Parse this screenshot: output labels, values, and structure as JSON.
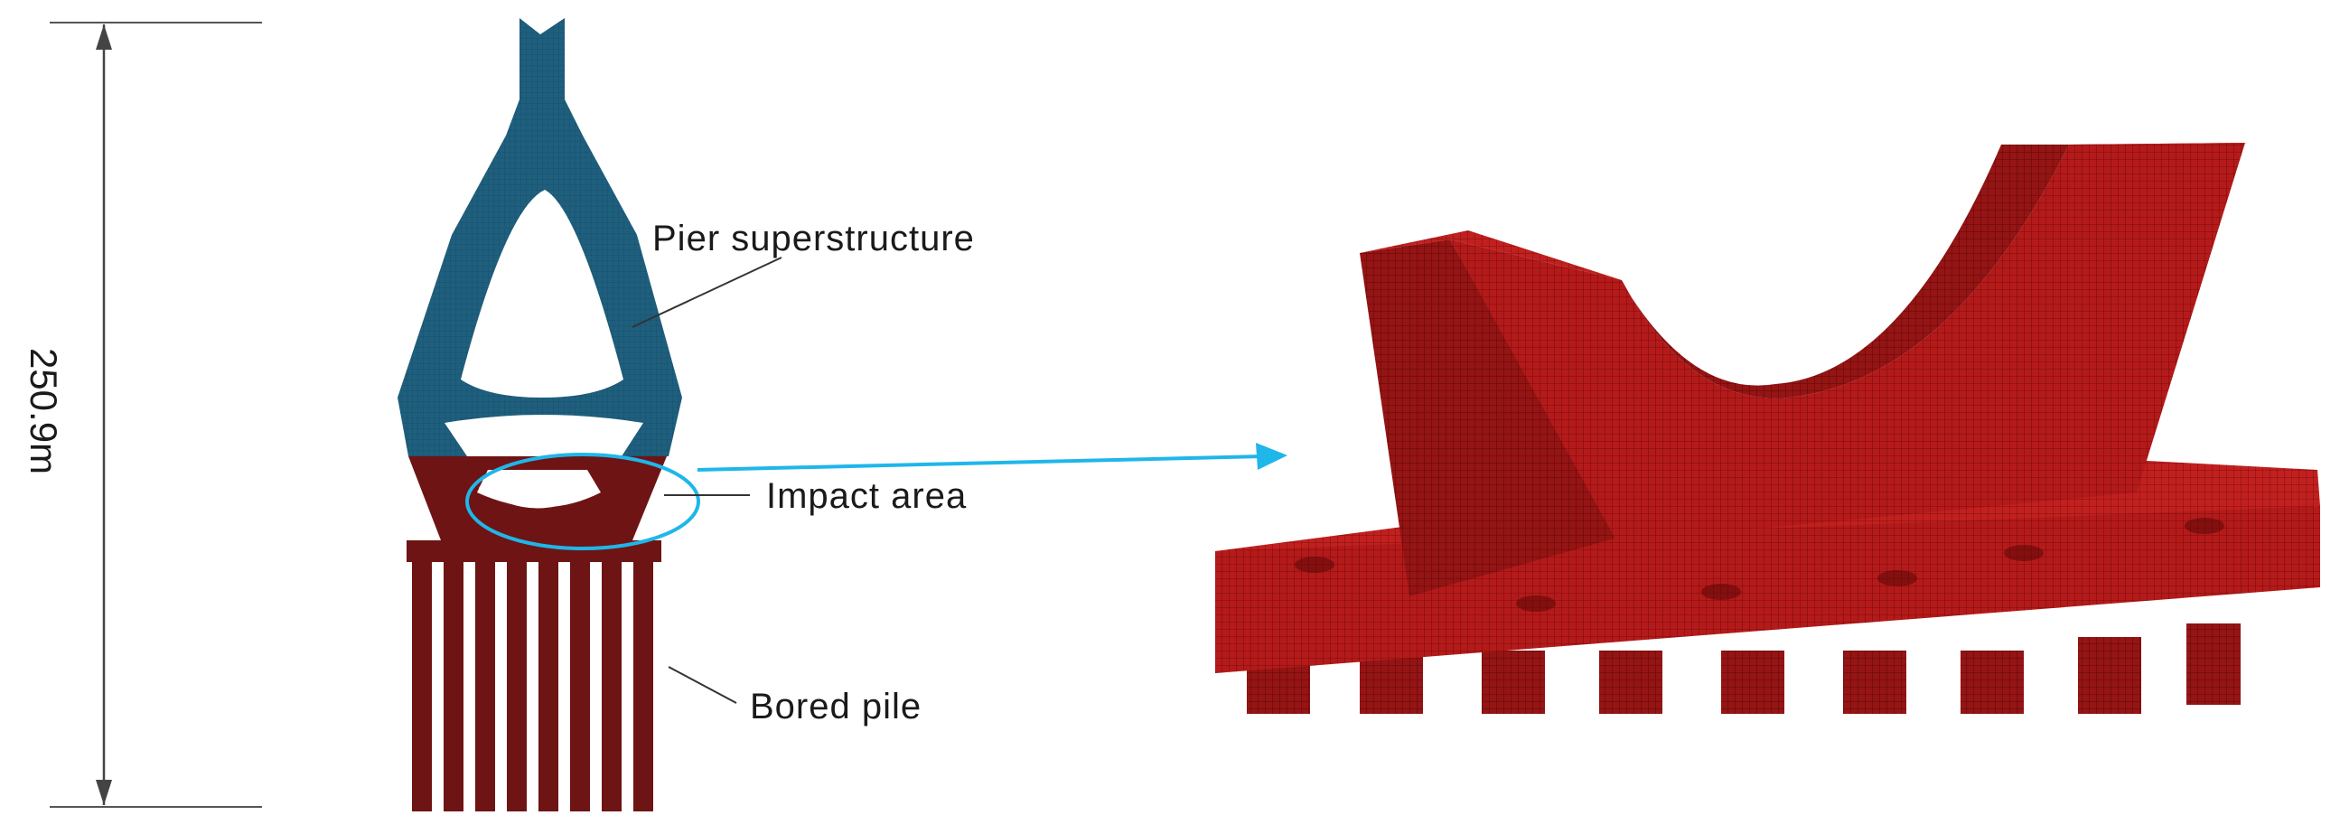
{
  "dimension": {
    "label": "250.9m"
  },
  "callouts": {
    "superstructure": "Pier superstructure",
    "impact": "Impact area",
    "pile": "Bored pile"
  },
  "colors": {
    "superstructure_fill": "#1f5f7e",
    "substructure_fill": "#6e1414",
    "mesh_red": "#b51a1a",
    "highlight": "#1fb6ea",
    "leader": "#333333"
  }
}
